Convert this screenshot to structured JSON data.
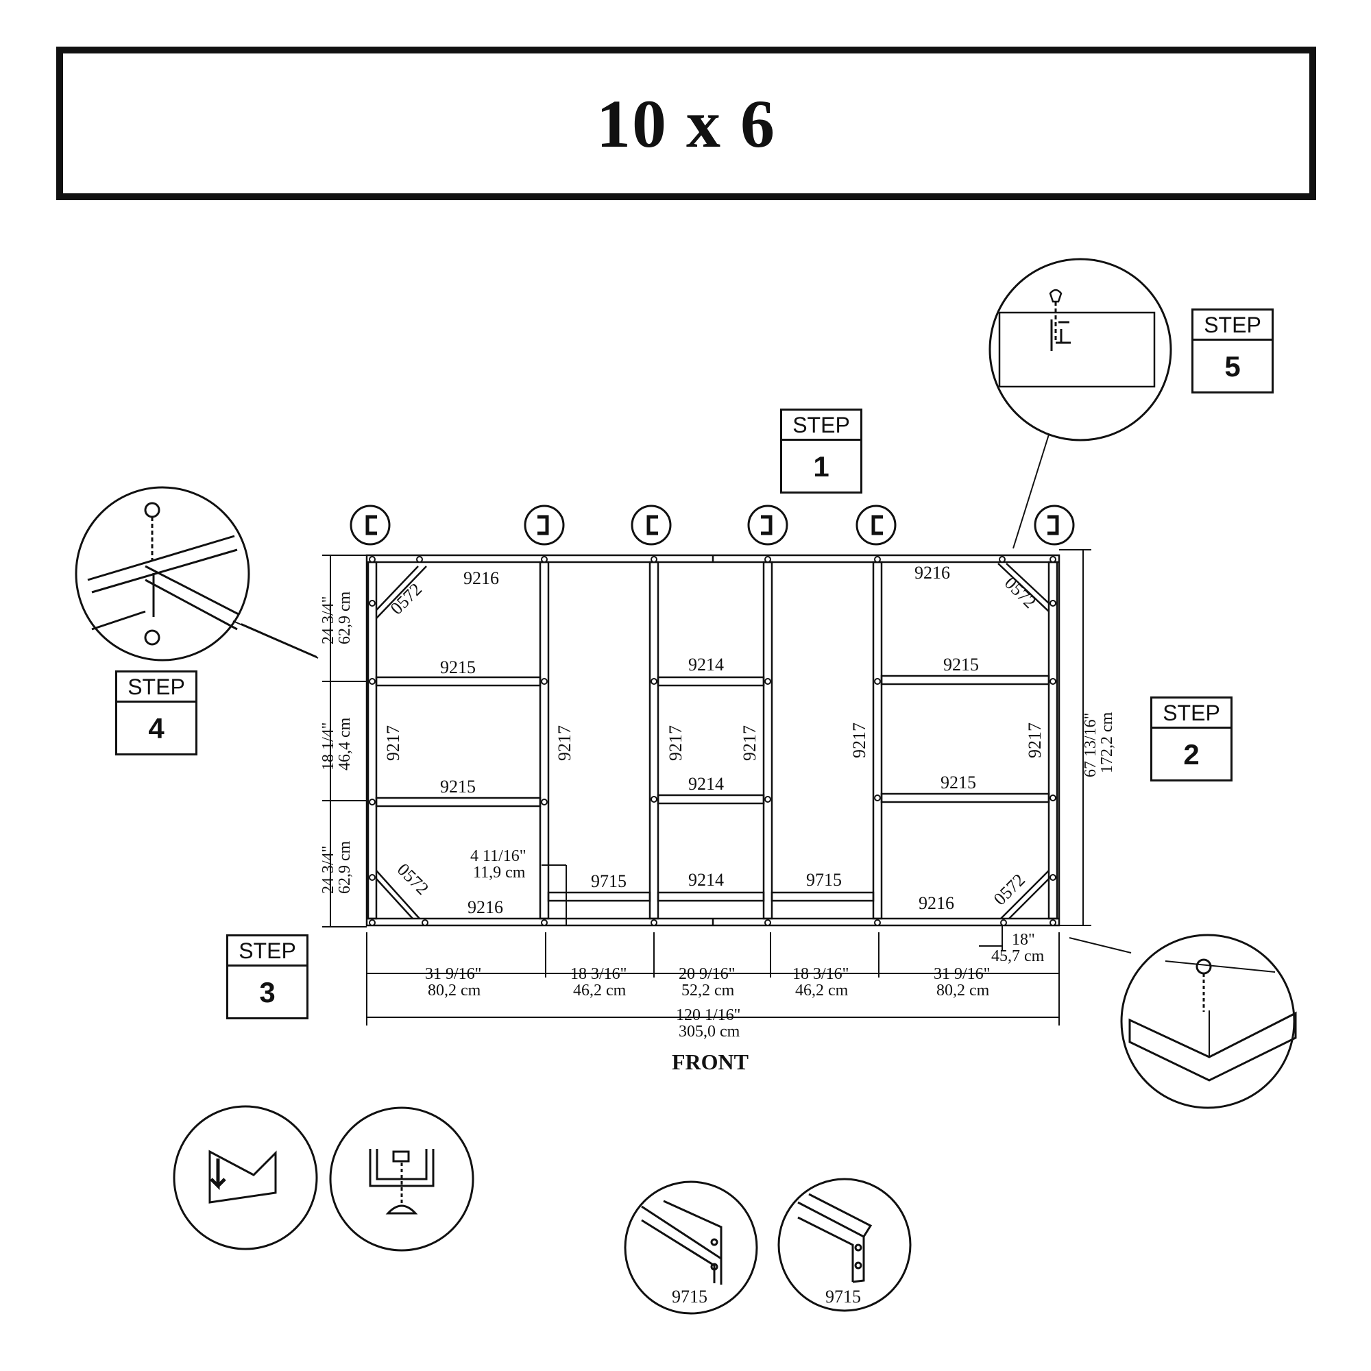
{
  "title": "10 x 6",
  "steps": [
    {
      "label": "STEP",
      "number": "1"
    },
    {
      "label": "STEP",
      "number": "2"
    },
    {
      "label": "STEP",
      "number": "3"
    },
    {
      "label": "STEP",
      "number": "4"
    },
    {
      "label": "STEP",
      "number": "5"
    }
  ],
  "diagram": {
    "front_label": "FRONT",
    "parts": {
      "p9216": "9216",
      "p9215": "9215",
      "p9214": "9214",
      "p9217": "9217",
      "p9715": "9715",
      "p0572": "0572"
    },
    "dimensions": {
      "left_top_in": "24  3/4\"",
      "left_top_cm": "62,9  cm",
      "left_mid_in": "18  1/4\"",
      "left_mid_cm": "46,4  cm",
      "left_bot_in": "24  3/4\"",
      "left_bot_cm": "62,9  cm",
      "right_in": "67  13/16\"",
      "right_cm": "172,2  cm",
      "inner_in": "4  11/16\"",
      "inner_cm": "11,9  cm",
      "corner_in": "18\"",
      "corner_cm": "45,7  cm",
      "bottom": [
        {
          "in": "31  9/16\"",
          "cm": "80,2  cm"
        },
        {
          "in": "18  3/16\"",
          "cm": "46,2  cm"
        },
        {
          "in": "20  9/16\"",
          "cm": "52,2  cm"
        },
        {
          "in": "18  3/16\"",
          "cm": "46,2  cm"
        },
        {
          "in": "31  9/16\"",
          "cm": "80,2  cm"
        }
      ],
      "total_in": "120  1/16\"",
      "total_cm": "305,0  cm"
    },
    "profile_labels": [
      "9715",
      "9715"
    ]
  }
}
